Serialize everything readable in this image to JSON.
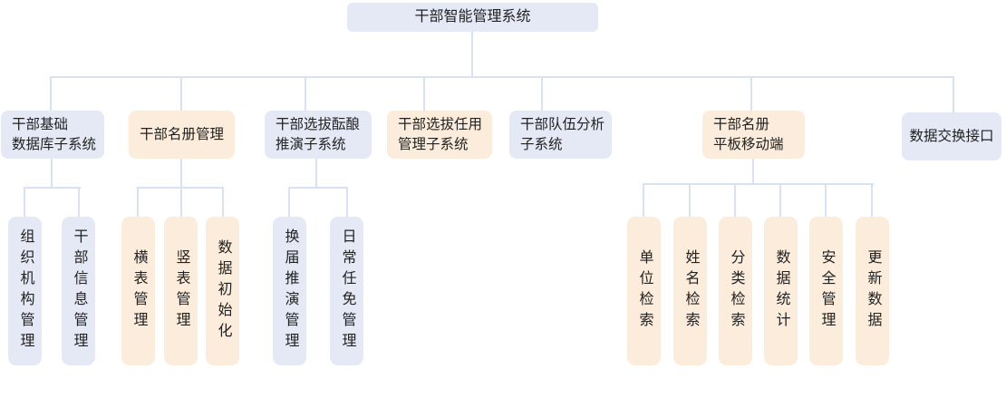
{
  "diagram": {
    "root": {
      "label": "干部智能管理系统"
    },
    "branches": [
      {
        "label": "干部基础\n数据库子系统",
        "style": "blue",
        "children": [
          "组织机构管理",
          "干部信息管理"
        ]
      },
      {
        "label": "干部名册管理",
        "style": "orange",
        "children": [
          "横表管理",
          "竖表管理",
          "数据初始化"
        ]
      },
      {
        "label": "干部选拔酝酿\n推演子系统",
        "style": "blue",
        "children": [
          "换届推演管理",
          "日常任免管理"
        ]
      },
      {
        "label": "干部选拔任用\n管理子系统",
        "style": "orange",
        "children": []
      },
      {
        "label": "干部队伍分析\n子系统",
        "style": "blue",
        "children": []
      },
      {
        "label": "干部名册\n平板移动端",
        "style": "orange",
        "children": [
          "单位检索",
          "姓名检索",
          "分类检索",
          "数据统计",
          "安全管理",
          "更新数据"
        ]
      },
      {
        "label": "数据交换接口",
        "style": "blue",
        "children": []
      }
    ],
    "colors": {
      "node_blue": "#e4e9f5",
      "node_orange": "#fcecdb",
      "connector": "#d9e2f1",
      "text": "#222222",
      "background": "#ffffff"
    }
  }
}
